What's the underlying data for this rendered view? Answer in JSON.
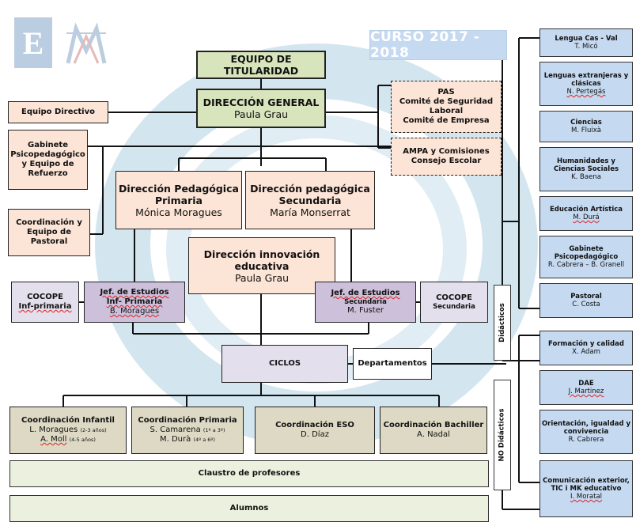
{
  "curso": "CURSO 2017 - 2018",
  "titularidad": "EQUIPO DE TITULARIDAD",
  "direccion_general": {
    "title": "DIRECCIÓN GENERAL",
    "name": "Paula Grau"
  },
  "equipo_directivo": "Equipo Directivo",
  "gabinete_left": [
    "Gabinete",
    "Psicopedagógico",
    "y Equipo de",
    "Refuerzo"
  ],
  "coordinacion_pastoral": [
    "Coordinación y",
    "Equipo de",
    "Pastoral"
  ],
  "pas": [
    "PAS",
    "Comité de Seguridad Laboral",
    "Comité de Empresa"
  ],
  "ampa": [
    "AMPA y Comisiones",
    "Consejo Escolar"
  ],
  "dir_primaria": {
    "title1": "Dirección Pedagógica",
    "title2": "Primaria",
    "name": "Mónica Moragues"
  },
  "dir_secundaria": {
    "title1": "Dirección pedagógica",
    "title2": "Secundaria",
    "name": "María Monserrat"
  },
  "dir_innovacion": {
    "title1": "Dirección innovación",
    "title2": "educativa",
    "name": "Paula Grau"
  },
  "cocope_primaria": {
    "t1": "COCOPE",
    "t2": "Inf-primaria"
  },
  "jef_primaria": {
    "t1": "Jef. de Estudios",
    "t2": "Inf- Primaria",
    "name": "B. Moragues"
  },
  "jef_secundaria": {
    "t1": "Jef. de Estudios",
    "t2": "Secundaria",
    "name": "M. Fuster"
  },
  "cocope_secundaria": {
    "t1": "COCOPE",
    "t2": "Secundaria"
  },
  "ciclos": "CICLOS",
  "departamentos": "Departamentos",
  "coord_infantil": {
    "title": "Coordinación Infantil",
    "p1": "L. Moragues",
    "p1note": "(2-3 años)",
    "p2": "A. Moll",
    "p2note": "(4-5 años)"
  },
  "coord_primaria": {
    "title": "Coordinación Primaria",
    "p1": "S. Camarena",
    "p1note": "(1º a 3º)",
    "p2": "M. Durà",
    "p2note": "(4º a 6º)"
  },
  "coord_eso": {
    "title": "Coordinación ESO",
    "name": "D. Díaz"
  },
  "coord_bachiller": {
    "title": "Coordinación Bachiller",
    "name": "A. Nadal"
  },
  "claustro": "Claustro de profesores",
  "alumnos": "Alumnos",
  "didacticos_label": "Didácticos",
  "no_didacticos_label": "NO Didácticos",
  "didacticos": [
    {
      "title": "Lengua Cas - Val",
      "name": "T. Micó"
    },
    {
      "title": "Lenguas extranjeras y clásicas",
      "name": "N. Pertegás"
    },
    {
      "title": "Ciencias",
      "name": "M. Fluixà"
    },
    {
      "title": "Humanidades y Ciencias Sociales",
      "name": "K. Baena"
    },
    {
      "title": "Educación Artística",
      "name": "M. Durá"
    },
    {
      "title": "Gabinete Psicopedagógico",
      "name": "R. Cabrera – B. Granell"
    },
    {
      "title": "Pastoral",
      "name": "C. Costa"
    }
  ],
  "no_didacticos": [
    {
      "title": "Formación y calidad",
      "name": "X. Adam"
    },
    {
      "title": "DAE",
      "name": "J. Martinez"
    },
    {
      "title": "Orientación, igualdad y convivencia",
      "name": "R. Cabrera"
    },
    {
      "title": "Comunicación exterior, TIC i MK educativo",
      "name": "I. Moratal"
    }
  ],
  "colors": {
    "green": "#d8e4bc",
    "peach": "#fce4d6",
    "lavender": "#e4dfec",
    "tan": "#ddd9c4",
    "blue": "#c5d9f1",
    "light_green": "#ebf1de",
    "curso": "#c5d9f1"
  }
}
